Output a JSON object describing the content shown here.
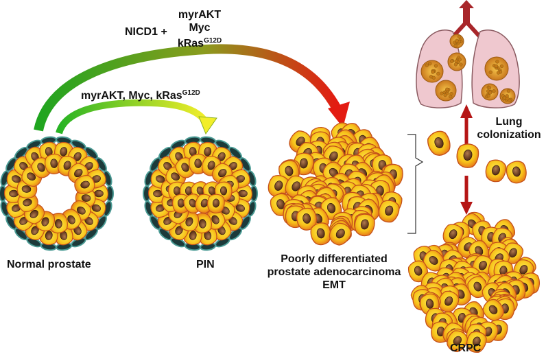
{
  "labels": {
    "top_combo": {
      "prefix": "NICD1 +",
      "line1": "myrAKT",
      "line2": "Myc",
      "line3_base": "kRas",
      "line3_sup": "G12D"
    },
    "inner_combo": {
      "base": "myrAKT, Myc, kRas",
      "sup": "G12D"
    },
    "normal_prostate": "Normal prostate",
    "pin": "PIN",
    "adeno_line1": "Poorly differentiated",
    "adeno_line2": "prostate  adenocarcinoma",
    "adeno_line3": "EMT",
    "lung_line1": "Lung",
    "lung_line2": "colonization",
    "crpc": "CRPC"
  },
  "colors": {
    "cell_outer": "#e8741a",
    "cell_inner": "#f7d21a",
    "nucleus": "#6b3a1e",
    "basal_cell": "#1c3a3a",
    "basal_outline": "#4a9a94",
    "arrow_red": "#b51515",
    "lung_fill": "#efc8cf",
    "lung_outline": "#8a5a60",
    "trachea": "#a8262a",
    "big_arrow_start": "#1fa51f",
    "big_arrow_end": "#e31b12",
    "small_arrow_start": "#27b324",
    "small_arrow_end": "#f2ee2a"
  }
}
